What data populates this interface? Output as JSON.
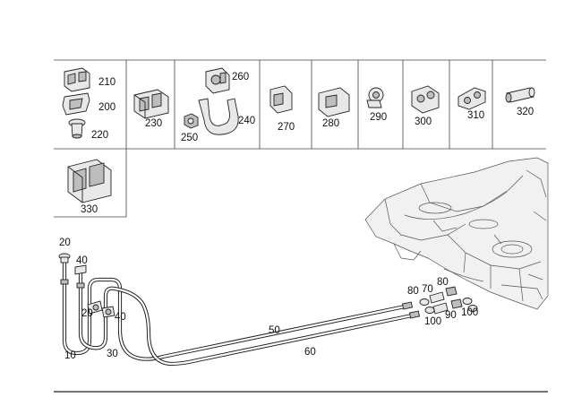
{
  "parts_table": {
    "row1": [
      "210",
      "200",
      "220",
      "230",
      "260",
      "240",
      "250",
      "270",
      "280",
      "290",
      "300",
      "310",
      "320"
    ],
    "row2": [
      "330"
    ]
  },
  "diagram_labels": {
    "l20a": "20",
    "l40a": "40",
    "l20b": "20",
    "l40b": "40",
    "l10": "10",
    "l30": "30",
    "l50": "50",
    "l60": "60",
    "l80a": "80",
    "l70": "70",
    "l80b": "80",
    "l100a": "100",
    "l90": "90",
    "l100b": "100"
  }
}
